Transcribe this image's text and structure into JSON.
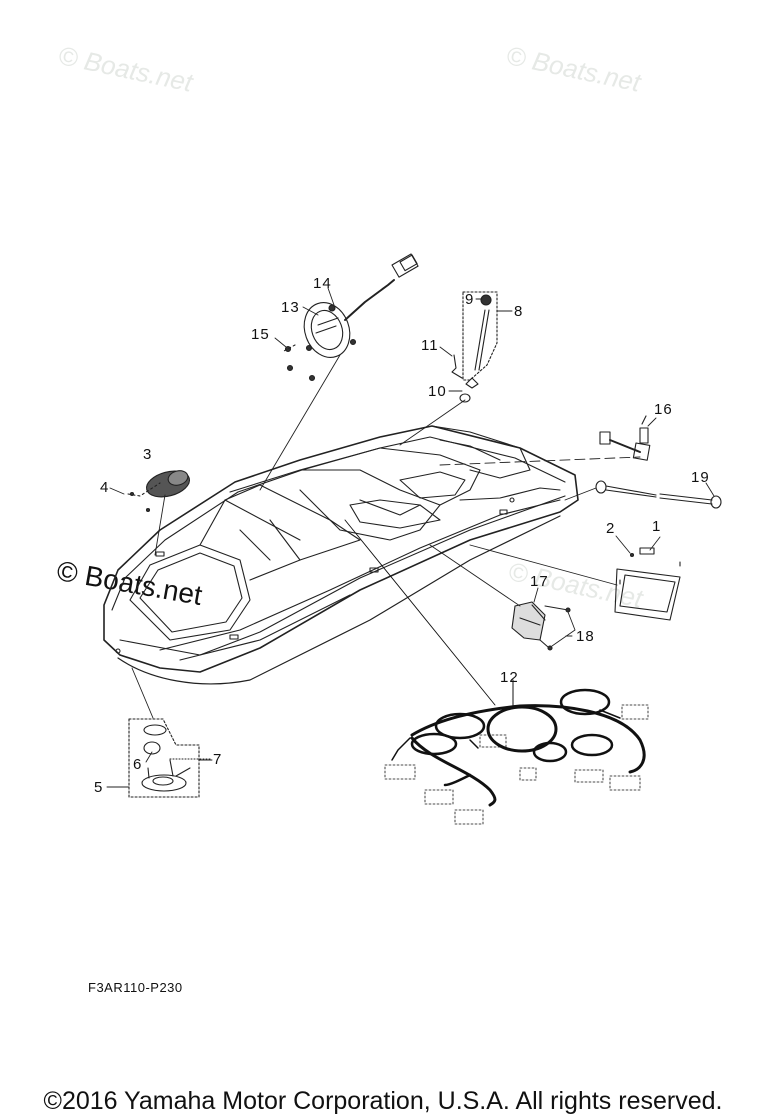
{
  "diagram": {
    "type": "exploded parts diagram",
    "subject": "boat hull with electrical components and wire harness",
    "diagram_code": "F3AR110-P230",
    "copyright": "©2016 Yamaha Motor Corporation, U.S.A. All rights reserved.",
    "watermarks": {
      "top_left": "© Boats.net",
      "top_right": "© Boats.net",
      "middle_left": "© Boats.net",
      "middle_right": "© Boats.net"
    },
    "callouts": [
      {
        "id": "1",
        "label": "1"
      },
      {
        "id": "2",
        "label": "2"
      },
      {
        "id": "3",
        "label": "3"
      },
      {
        "id": "4",
        "label": "4"
      },
      {
        "id": "5",
        "label": "5"
      },
      {
        "id": "6",
        "label": "6"
      },
      {
        "id": "7",
        "label": "7"
      },
      {
        "id": "8",
        "label": "8"
      },
      {
        "id": "9",
        "label": "9"
      },
      {
        "id": "10",
        "label": "10"
      },
      {
        "id": "11",
        "label": "11"
      },
      {
        "id": "12",
        "label": "12"
      },
      {
        "id": "13",
        "label": "13"
      },
      {
        "id": "14",
        "label": "14"
      },
      {
        "id": "15",
        "label": "15"
      },
      {
        "id": "16",
        "label": "16"
      },
      {
        "id": "17",
        "label": "17"
      },
      {
        "id": "18",
        "label": "18"
      },
      {
        "id": "19",
        "label": "19"
      }
    ]
  }
}
